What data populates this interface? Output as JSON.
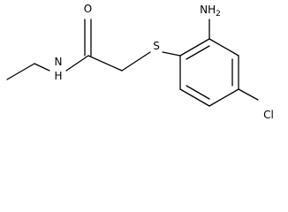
{
  "atoms": {
    "oxygen": "O",
    "nitrogen": "N",
    "hydrogen": "H",
    "sulfur": "S",
    "chlorine": "Cl",
    "amino_n": "NH",
    "amino_sub": "2"
  },
  "colors": {
    "bond": "#000000",
    "text": "#000000",
    "background": "#ffffff"
  }
}
